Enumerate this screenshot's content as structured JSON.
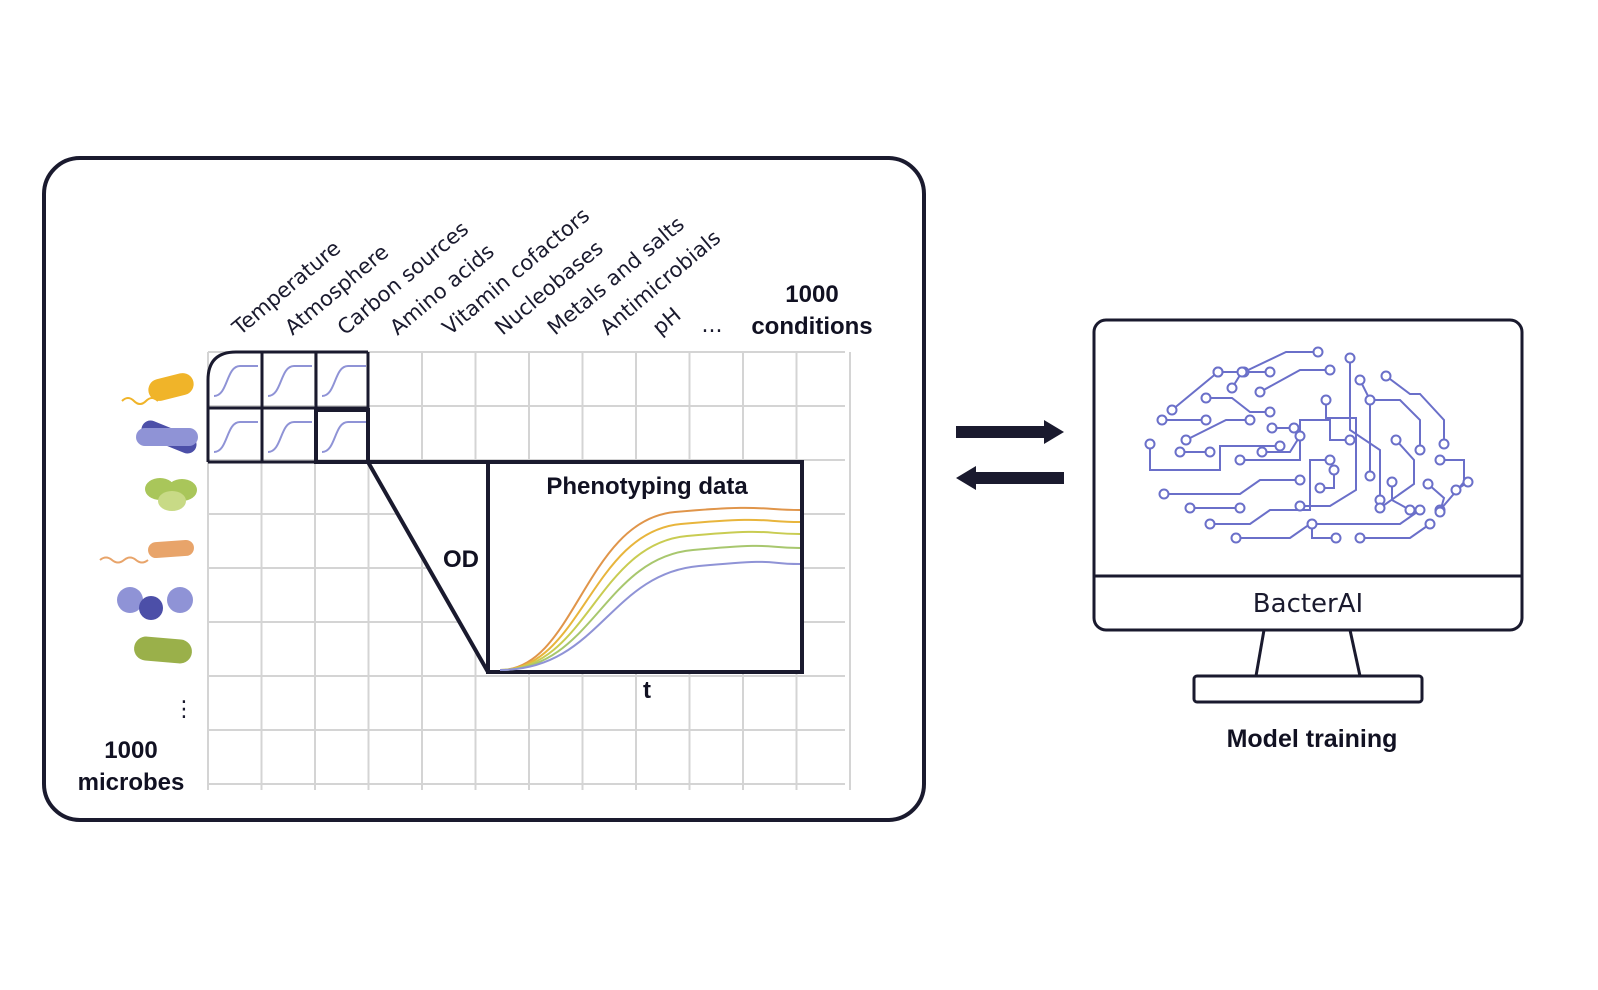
{
  "conditions": {
    "columns": [
      "Temperature",
      "Atmosphere",
      "Carbon sources",
      "Amino acids",
      "Vitamin cofactors",
      "Nucleobases",
      "Metals and salts",
      "Antimicrobials",
      "pH"
    ],
    "ellipsis": "...",
    "count_line1": "1000",
    "count_line2": "conditions"
  },
  "microbes": {
    "ellipsis": "⋮",
    "count_line1": "1000",
    "count_line2": "microbes",
    "icons": [
      {
        "name": "flagellated-rod-microbe-icon",
        "color": "#f0b429"
      },
      {
        "name": "crossed-rods-microbe-icon",
        "color": "#7b7fc9"
      },
      {
        "name": "diplococcus-microbe-icon",
        "color": "#a9c65a"
      },
      {
        "name": "spirillum-rod-microbe-icon",
        "color": "#e8a46a"
      },
      {
        "name": "coccus-cluster-microbe-icon",
        "color": "#7b7fc9"
      },
      {
        "name": "bacillus-rod-microbe-icon",
        "color": "#9ab04a"
      }
    ]
  },
  "inset": {
    "title": "Phenotyping data",
    "y_label": "OD",
    "x_label": "t",
    "curve_colors": [
      "#e0954a",
      "#e8b53c",
      "#c9cc52",
      "#a8c76e",
      "#8f93d6"
    ]
  },
  "computer": {
    "screen_label": "BacterAI",
    "caption": "Model training",
    "circuit_color": "#6a6fc9"
  },
  "colors": {
    "outline": "#1a1a2e",
    "grid": "#d4d4d4",
    "growth_curve": "#8f93d6"
  }
}
